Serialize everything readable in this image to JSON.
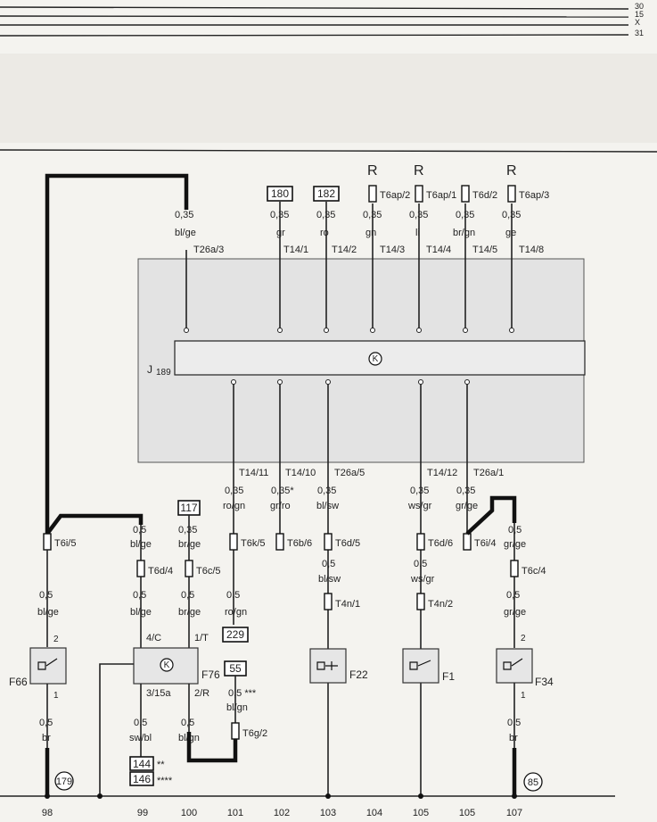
{
  "rails": [
    "30",
    "15",
    "X",
    "31"
  ],
  "module": {
    "code": "J",
    "sub": "189",
    "k": "K"
  },
  "top_wires": [
    {
      "id": "t1",
      "gauge": "0,35",
      "color": "bl/ge",
      "term": "T26a/3"
    },
    {
      "id": "t2",
      "box": "180",
      "gauge": "0,35",
      "color": "gr",
      "term": "T14/1"
    },
    {
      "id": "t3",
      "box": "182",
      "gauge": "0,35",
      "color": "ro",
      "term": "T14/2"
    },
    {
      "id": "t4",
      "R": "R",
      "conn": "T6ap/2",
      "gauge": "0,35",
      "color": "gn",
      "term": "T14/3"
    },
    {
      "id": "t5",
      "R": "R",
      "conn": "T6ap/1",
      "gauge": "0,35",
      "color": "li",
      "term": "T14/4"
    },
    {
      "id": "t6",
      "conn": "T6d/2",
      "gauge": "0,35",
      "color": "br/gn",
      "term": "T14/5"
    },
    {
      "id": "t7",
      "R": "R",
      "conn": "T6ap/3",
      "gauge": "0,35",
      "color": "ge",
      "term": "T14/8"
    }
  ],
  "bottom_wires": [
    {
      "id": "b1",
      "term": "T14/11",
      "gauge": "0,35",
      "color": "ro/gn",
      "conn": "T6k/5",
      "gauge2": "0,5",
      "color2": "ro/gn",
      "box": "229"
    },
    {
      "id": "b2",
      "term": "T14/10",
      "gauge": "0,35*",
      "color": "gr/ro",
      "conn": "T6b/6"
    },
    {
      "id": "b3",
      "term": "T26a/5",
      "gauge": "0,35",
      "color": "bl/sw",
      "conn": "T6d/5",
      "gauge2": "0,5",
      "color2": "bl/sw",
      "conn2": "T4n/1"
    },
    {
      "id": "b4",
      "term": "T14/12",
      "gauge": "0,35",
      "color": "ws/gr",
      "conn": "T6d/6",
      "gauge2": "0,5",
      "color2": "ws/gr",
      "conn2": "T4n/2"
    },
    {
      "id": "b5",
      "term": "T26a/1",
      "gauge": "0,35",
      "color": "gr/ge",
      "conn": "T6i/4"
    }
  ],
  "left_branch": {
    "conn": "T6i/5",
    "gauge": "0,5",
    "color": "bl/ge",
    "pin_top": "2",
    "pin_bot": "1",
    "gauge_b": "0,5",
    "color_b": "br",
    "ref": "179"
  },
  "f76_branch": {
    "box117": "117",
    "left_top_gauge": "0,5",
    "left_top_color": "bl/ge",
    "right_top_gauge": "0,35",
    "right_top_color": "br/ge",
    "conn_l": "T6d/4",
    "conn_r": "T6c/5",
    "left_mid_gauge": "0,5",
    "left_mid_color": "bl/ge",
    "right_mid_gauge": "0,5",
    "right_mid_color": "br/ge",
    "pin_4c": "4/C",
    "pin_1t": "1/T",
    "pin_315a": "3/15a",
    "pin_2r": "2/R",
    "left_bot_gauge": "0,5",
    "left_bot_color": "sw/bl",
    "right_bot_gauge": "0,5",
    "right_bot_color": "bl/gn",
    "box144": "144",
    "mark144": "**",
    "box146": "146",
    "mark146": "****",
    "box55": "55",
    "g55": "0,5 ***",
    "c55": "bl/gn",
    "conn55": "T6g/2"
  },
  "right_branch": {
    "gauge": "0,5",
    "color": "gr/ge",
    "conn": "T6c/4",
    "gauge_m": "0,5",
    "color_m": "gr/ge",
    "pin_top": "2",
    "pin_bot": "1",
    "gauge_b": "0,5",
    "color_b": "br",
    "ref": "85"
  },
  "components": {
    "f66": "F66",
    "f76": "F76",
    "f22": "F22",
    "f1": "F1",
    "f34": "F34",
    "k": "K"
  },
  "bottom_numbers": [
    "98",
    "99",
    "100",
    "101",
    "102",
    "103",
    "104",
    "105",
    "105",
    "107"
  ]
}
